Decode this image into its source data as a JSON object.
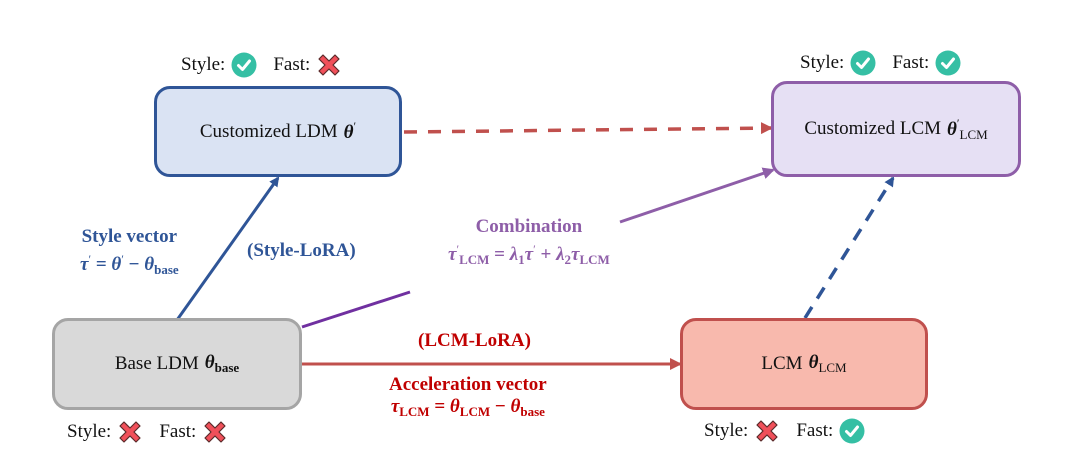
{
  "colors": {
    "blue": "#2f5597",
    "purple": "#8e5ea8",
    "purple_line": "#7030a0",
    "red": "#c00000",
    "red_line": "#c0504d",
    "check_green": "#35bfa4",
    "cross_red": "#f0505a"
  },
  "nodes": {
    "customized_ldm": {
      "label": "Customized LDM",
      "symbol": "θ",
      "prime": "′",
      "subscript": "",
      "status": {
        "style_label": "Style:",
        "style": "check",
        "fast_label": "Fast:",
        "fast": "cross"
      }
    },
    "customized_lcm": {
      "label": "Customized LCM",
      "symbol": "θ",
      "prime": "′",
      "subscript": "LCM",
      "status": {
        "style_label": "Style:",
        "style": "check",
        "fast_label": "Fast:",
        "fast": "check"
      }
    },
    "base_ldm": {
      "label": "Base LDM",
      "symbol": "θ",
      "subscript": "base",
      "status": {
        "style_label": "Style:",
        "style": "cross",
        "fast_label": "Fast:",
        "fast": "cross"
      }
    },
    "lcm": {
      "label": "LCM",
      "symbol": "θ",
      "subscript": "LCM",
      "status": {
        "style_label": "Style:",
        "style": "cross",
        "fast_label": "Fast:",
        "fast": "check"
      }
    }
  },
  "edges": {
    "style_vector": {
      "title": "Style vector",
      "formula_lhs": "τ",
      "formula_prime": "′",
      "formula_eq": " = ",
      "formula_t1": "θ",
      "formula_t1_prime": "′",
      "formula_minus": " − ",
      "formula_t2": "θ",
      "formula_t2_sub": "base",
      "tag": "(Style-LoRA)"
    },
    "combination": {
      "title": "Combination",
      "lhs": "τ",
      "lhs_prime": "′",
      "lhs_sub": "LCM",
      "eq": " = ",
      "l1": "λ",
      "l1_sub": "1",
      "t1": "τ",
      "t1_prime": "′",
      "plus": " + ",
      "l2": "λ",
      "l2_sub": "2",
      "t2": "τ",
      "t2_sub": "LCM"
    },
    "acceleration": {
      "tag": "(LCM-LoRA)",
      "title": "Acceleration vector",
      "lhs": "τ",
      "lhs_sub": "LCM",
      "eq": " = ",
      "t1": "θ",
      "t1_sub": "LCM",
      "minus": " − ",
      "t2": "θ",
      "t2_sub": "base"
    }
  }
}
